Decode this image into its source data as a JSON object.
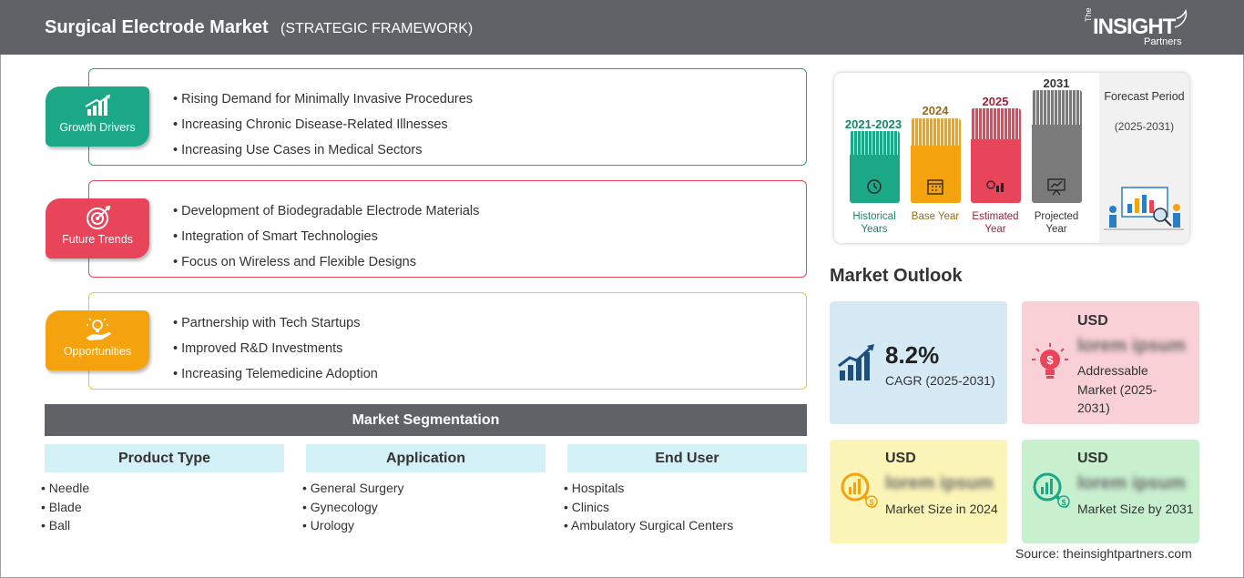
{
  "header": {
    "title": "Surgical Electrode Market",
    "subtitle": "(STRATEGIC FRAMEWORK)",
    "logo_the": "The",
    "logo_main": "INSIGHT",
    "logo_partners": "Partners"
  },
  "framework": {
    "growth_drivers": {
      "label": "Growth Drivers",
      "items": [
        "Rising Demand for Minimally Invasive Procedures",
        "Increasing Chronic Disease-Related Illnesses",
        "Increasing Use Cases in Medical Sectors"
      ],
      "color": "#1aa886"
    },
    "future_trends": {
      "label": "Future Trends",
      "items": [
        "Development of Biodegradable Electrode Materials",
        "Integration of Smart Technologies",
        "Focus on Wireless and Flexible Designs"
      ],
      "color": "#e8445a"
    },
    "opportunities": {
      "label": "Opportunities",
      "items": [
        "Partnership with Tech Startups",
        "Improved R&D Investments",
        "Increasing Telemedicine Adoption"
      ],
      "color": "#f5a20f"
    }
  },
  "segmentation": {
    "title": "Market Segmentation",
    "columns": [
      {
        "header": "Product Type",
        "items": [
          "Needle",
          "Blade",
          "Ball"
        ]
      },
      {
        "header": "Application",
        "items": [
          "General Surgery",
          "Gynecology",
          "Urology"
        ]
      },
      {
        "header": "End User",
        "items": [
          "Hospitals",
          "Clinics",
          "Ambulatory Surgical Centers"
        ]
      }
    ]
  },
  "timeline": {
    "bars": [
      {
        "year": "2021-2023",
        "caption": "Historical Years",
        "color": "#1aa886",
        "text_color": "#14876c",
        "icon": "history-icon"
      },
      {
        "year": "2024",
        "caption": "Base Year",
        "color": "#f5a20f",
        "text_color": "#9a6a12",
        "icon": "calendar-icon"
      },
      {
        "year": "2025",
        "caption": "Estimated Year",
        "color": "#e8445a",
        "text_color": "#a81e35",
        "icon": "gear-chart-icon"
      },
      {
        "year": "2031",
        "caption": "Projected Year",
        "color": "#7a7a7a",
        "text_color": "#333333",
        "icon": "presentation-icon"
      }
    ],
    "forecast_title": "Forecast Period",
    "forecast_range": "(2025-2031)"
  },
  "outlook": {
    "title": "Market Outlook",
    "cagr": {
      "value": "8.2%",
      "label": "CAGR (2025-2031)",
      "bg": "#d6eaf5"
    },
    "addressable": {
      "usd": "USD",
      "value": "lorem ipsum",
      "label": "Addressable Market (2025-2031)",
      "bg": "#f9d0d6"
    },
    "size_2024": {
      "usd": "USD",
      "value": "lorem ipsum",
      "label": "Market Size in 2024",
      "bg": "#fbf5b8"
    },
    "size_2031": {
      "usd": "USD",
      "value": "lorem ipsum",
      "label": "Market Size by 2031",
      "bg": "#c8f0cf"
    }
  },
  "source": "Source: theinsightpartners.com"
}
